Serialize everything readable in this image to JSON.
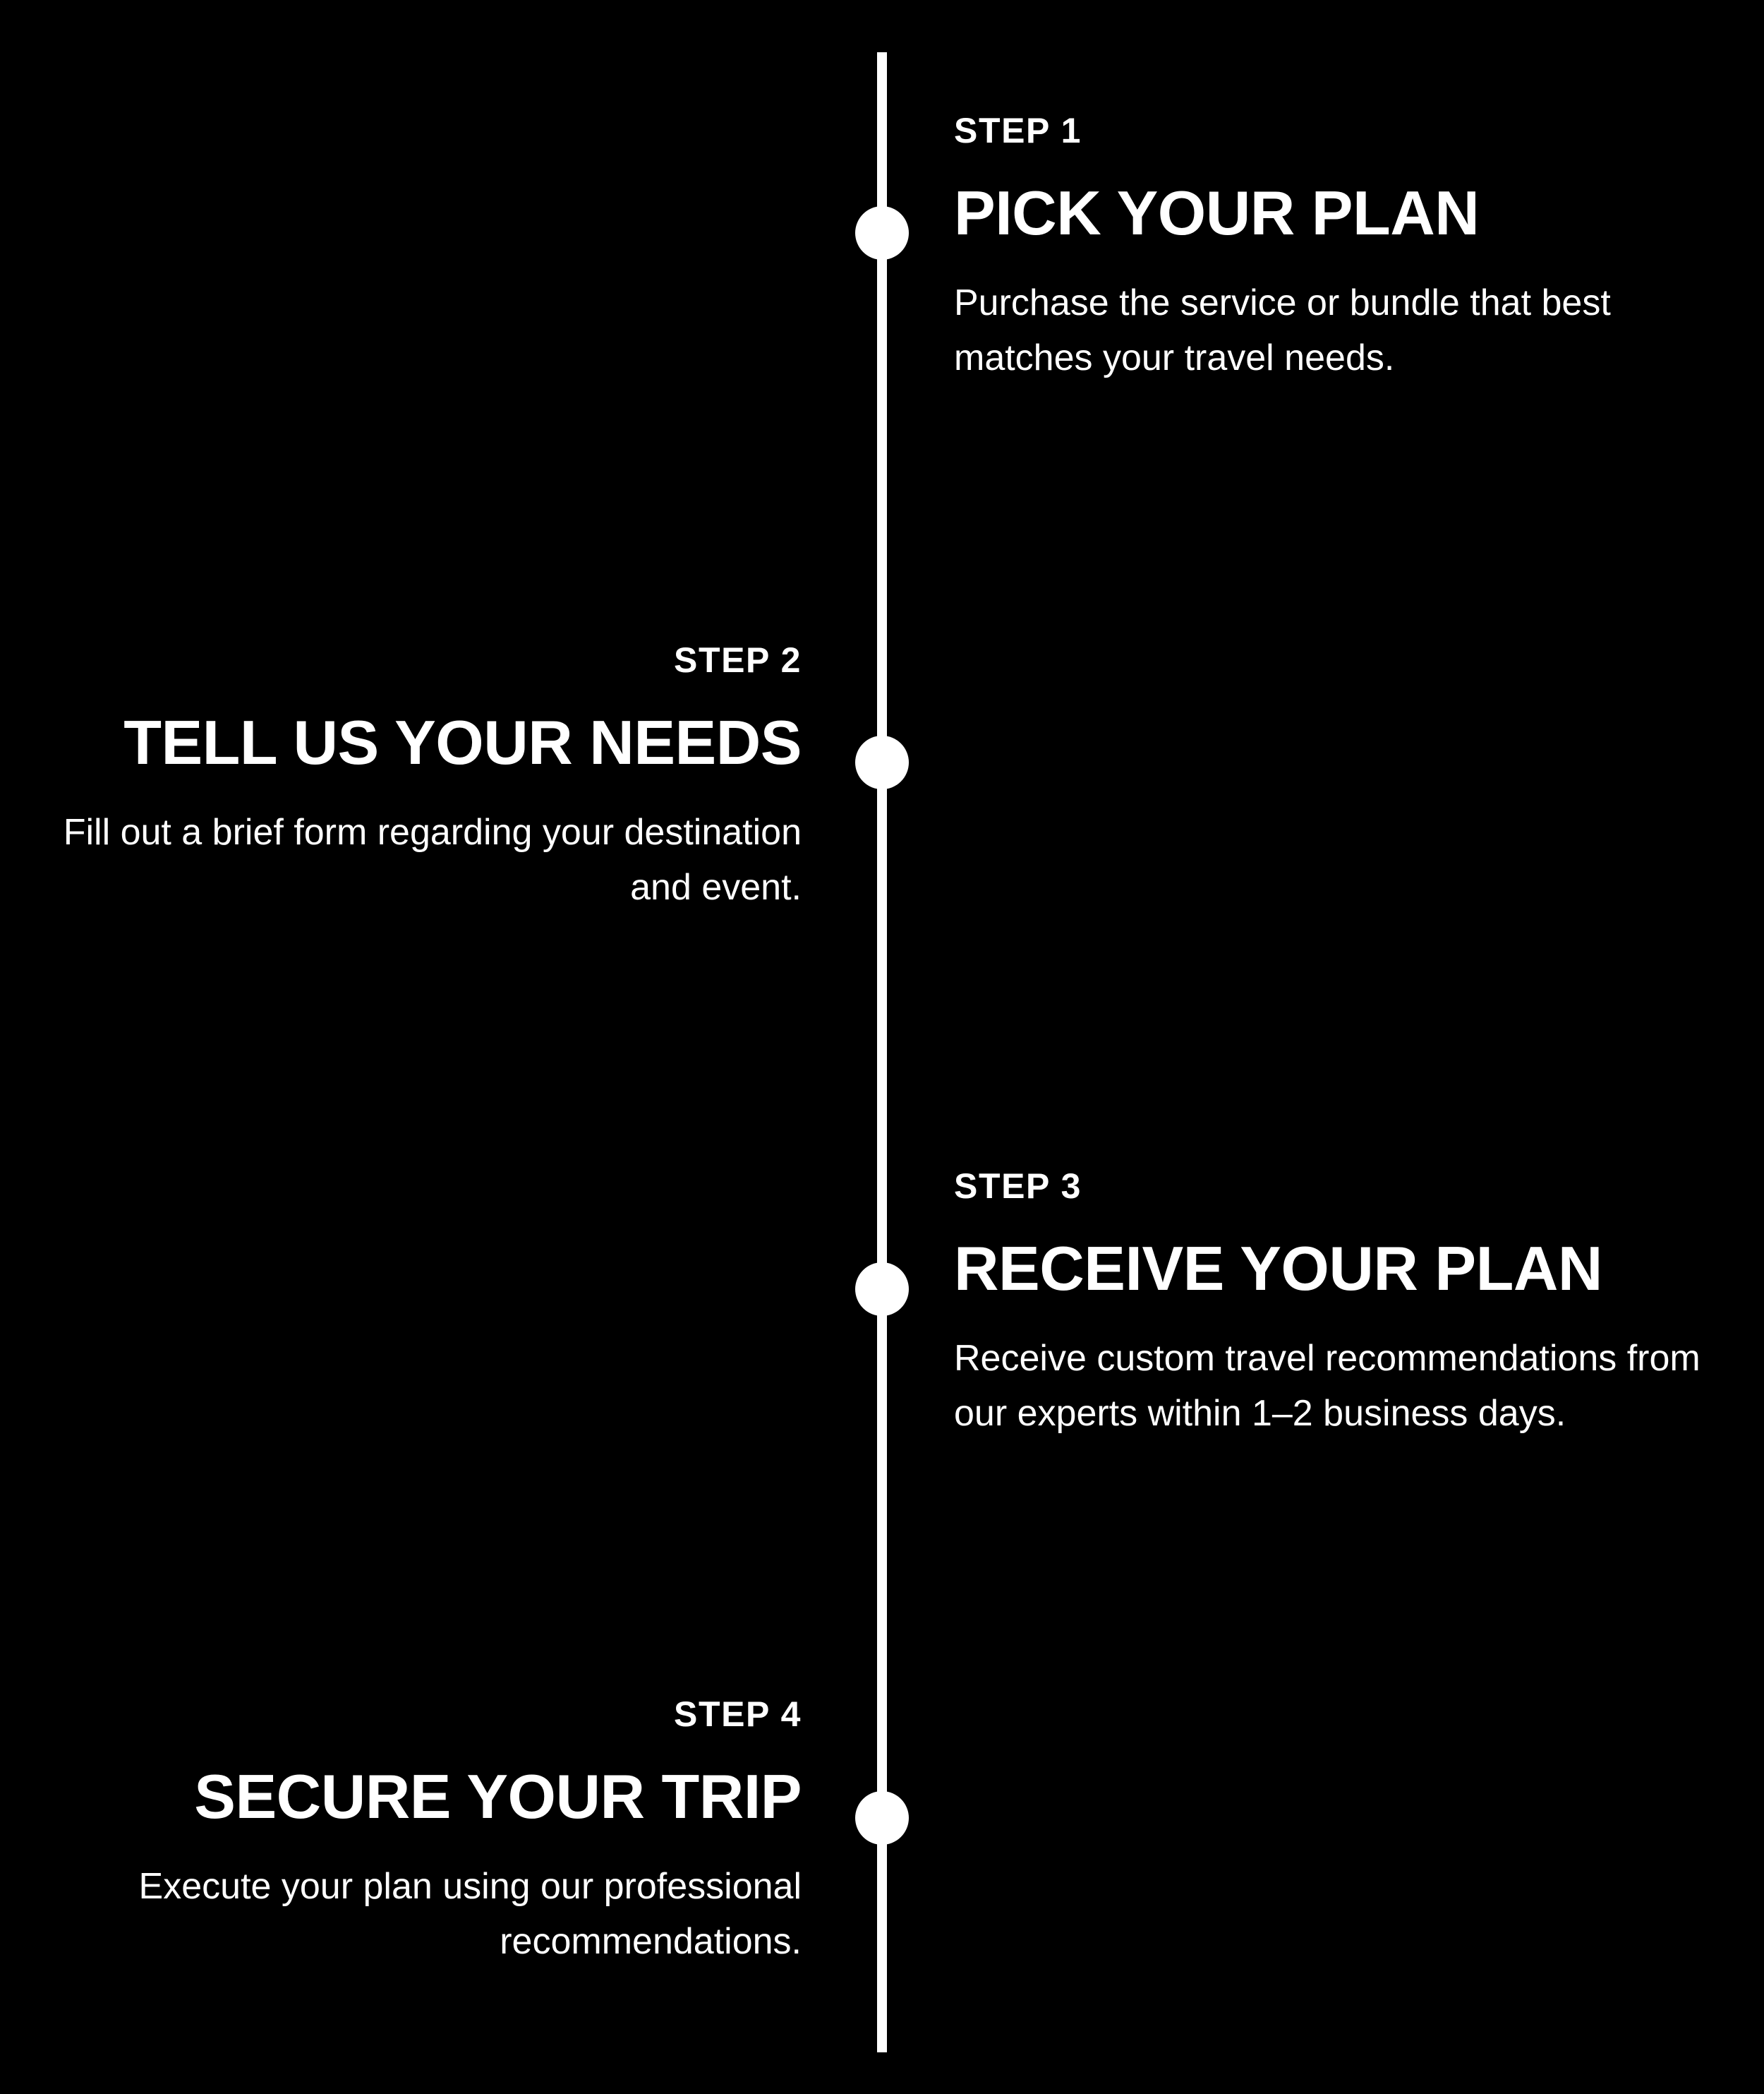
{
  "theme": {
    "background": "#000000",
    "foreground": "#ffffff",
    "line_color": "#ffffff",
    "dot_color": "#ffffff"
  },
  "timeline": {
    "orientation": "vertical",
    "steps": [
      {
        "label": "STEP 1",
        "title": "PICK YOUR PLAN",
        "description": "Purchase the service or bundle that best matches your travel needs.",
        "side": "right"
      },
      {
        "label": "STEP 2",
        "title": "TELL US YOUR NEEDS",
        "description": "Fill out a brief form regarding your destination and event.",
        "side": "left"
      },
      {
        "label": "STEP 3",
        "title": "RECEIVE YOUR PLAN",
        "description": "Receive custom travel recommendations from our experts within 1–2 business days.",
        "side": "right"
      },
      {
        "label": "STEP 4",
        "title": "SECURE YOUR TRIP",
        "description": "Execute your plan using our professional recommendations.",
        "side": "left"
      }
    ]
  }
}
